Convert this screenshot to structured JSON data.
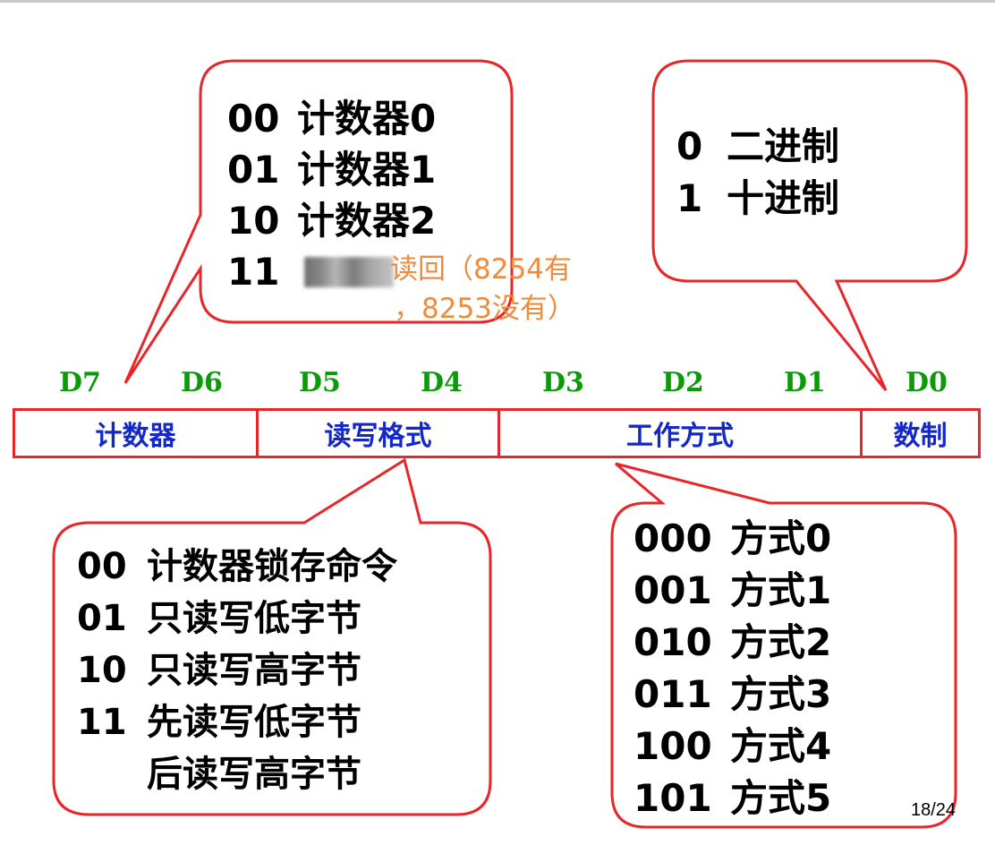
{
  "top_left_bubble": {
    "rows": [
      {
        "code": "00",
        "label": "计数器0"
      },
      {
        "code": "01",
        "label": "计数器1"
      },
      {
        "code": "10",
        "label": "计数器2"
      },
      {
        "code": "11",
        "label": ""
      }
    ],
    "note_line1": "读回（8254有",
    "note_line2": "，8253没有）"
  },
  "top_right_bubble": {
    "rows": [
      {
        "code": "0",
        "label": "二进制"
      },
      {
        "code": "1",
        "label": "十进制"
      }
    ]
  },
  "bits": [
    "D7",
    "D6",
    "D5",
    "D4",
    "D3",
    "D2",
    "D1",
    "D0"
  ],
  "register_fields": [
    "计数器",
    "读写格式",
    "工作方式",
    "数制"
  ],
  "bottom_left_bubble": {
    "rows": [
      {
        "code": "00",
        "label": "计数器锁存命令"
      },
      {
        "code": "01",
        "label": "只读写低字节"
      },
      {
        "code": "10",
        "label": "只读写高字节"
      },
      {
        "code": "11",
        "label": "先读写低字节"
      },
      {
        "code": "",
        "label": "后读写高字节"
      }
    ]
  },
  "bottom_right_bubble": {
    "rows": [
      {
        "code": "000",
        "label": "方式0"
      },
      {
        "code": "001",
        "label": "方式1"
      },
      {
        "code": "010",
        "label": "方式2"
      },
      {
        "code": "011",
        "label": "方式3"
      },
      {
        "code": "100",
        "label": "方式4"
      },
      {
        "code": "101",
        "label": "方式5"
      }
    ]
  },
  "page_number": "18/24",
  "colors": {
    "outline": "#e8262a",
    "field_text": "#1428c8",
    "bit_text": "#0a9a0a",
    "note_text": "#f08a3c"
  }
}
